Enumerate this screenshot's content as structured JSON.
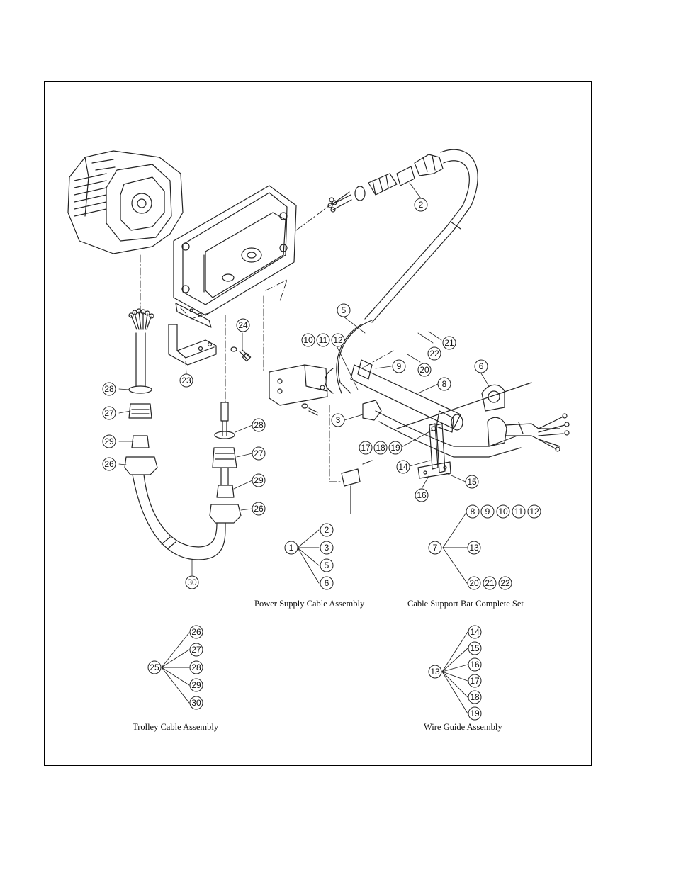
{
  "captions": {
    "power": "Power Supply Cable Assembly",
    "support": "Cable Support Bar Complete Set",
    "trolley": "Trolley Cable Assembly",
    "guide": "Wire Guide Assembly"
  },
  "callouts": {
    "c2": "2",
    "c5": "5",
    "c6": "6",
    "c8": "8",
    "c9": "9",
    "c10": "10",
    "c11": "11",
    "c12": "12",
    "c20": "20",
    "c21": "21",
    "c22": "22",
    "c23": "23",
    "c24": "24",
    "c3": "3",
    "c14": "14",
    "c15": "15",
    "c16": "16",
    "c17": "17",
    "c18": "18",
    "c19": "19",
    "lc28": "28",
    "lc27": "27",
    "lc29": "29",
    "lc26": "26",
    "rc28": "28",
    "rc27": "27",
    "rc29": "29",
    "rc26": "26",
    "c30": "30"
  },
  "power_tree": {
    "root": "1",
    "items": [
      "2",
      "3",
      "5",
      "6"
    ]
  },
  "support_tree": {
    "root": "7",
    "top": [
      "8",
      "9",
      "10",
      "11",
      "12"
    ],
    "mid": [
      "13"
    ],
    "bottom": [
      "20",
      "21",
      "22"
    ]
  },
  "trolley_tree": {
    "root": "25",
    "items": [
      "26",
      "27",
      "28",
      "29",
      "30"
    ]
  },
  "guide_tree": {
    "root": "13",
    "items": [
      "14",
      "15",
      "16",
      "17",
      "18",
      "19"
    ]
  }
}
